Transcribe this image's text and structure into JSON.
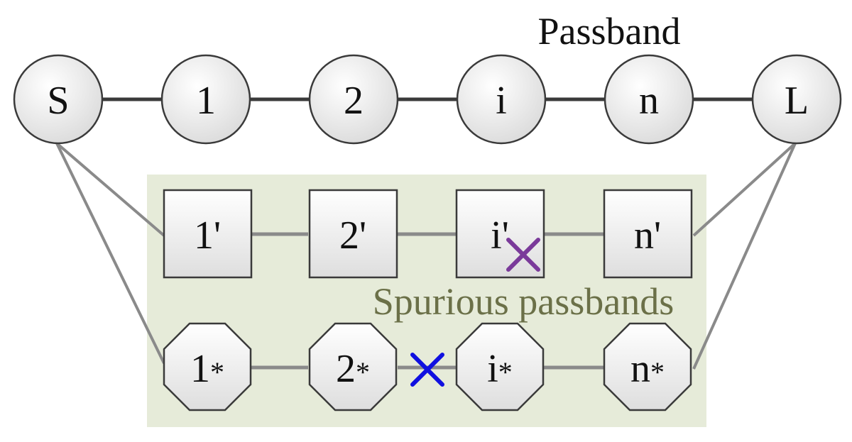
{
  "passband_label": "Passband",
  "spurious_label": "Spurious passbands",
  "colors": {
    "panel": "#e6ebd9",
    "spurious_text": "#6b7048",
    "main_line": "#3a3a3a",
    "spur_line": "#8a8a8a",
    "node_fill_light": "#ffffff",
    "node_fill_dark": "#dcdcdc",
    "cross_purple": "#7a3a9a",
    "cross_blue": "#1010e0"
  },
  "main_nodes": [
    {
      "label": "S"
    },
    {
      "label": "1"
    },
    {
      "label": "2"
    },
    {
      "label": "i"
    },
    {
      "label": "n"
    },
    {
      "label": "L"
    }
  ],
  "square_nodes": [
    {
      "base": "1",
      "mark": "'"
    },
    {
      "base": "2",
      "mark": "'"
    },
    {
      "base": "i",
      "mark": "'"
    },
    {
      "base": "n",
      "mark": "'"
    }
  ],
  "octagon_nodes": [
    {
      "base": "1",
      "mark": "*"
    },
    {
      "base": "2",
      "mark": "*"
    },
    {
      "base": "i",
      "mark": "*"
    },
    {
      "base": "n",
      "mark": "*"
    }
  ]
}
